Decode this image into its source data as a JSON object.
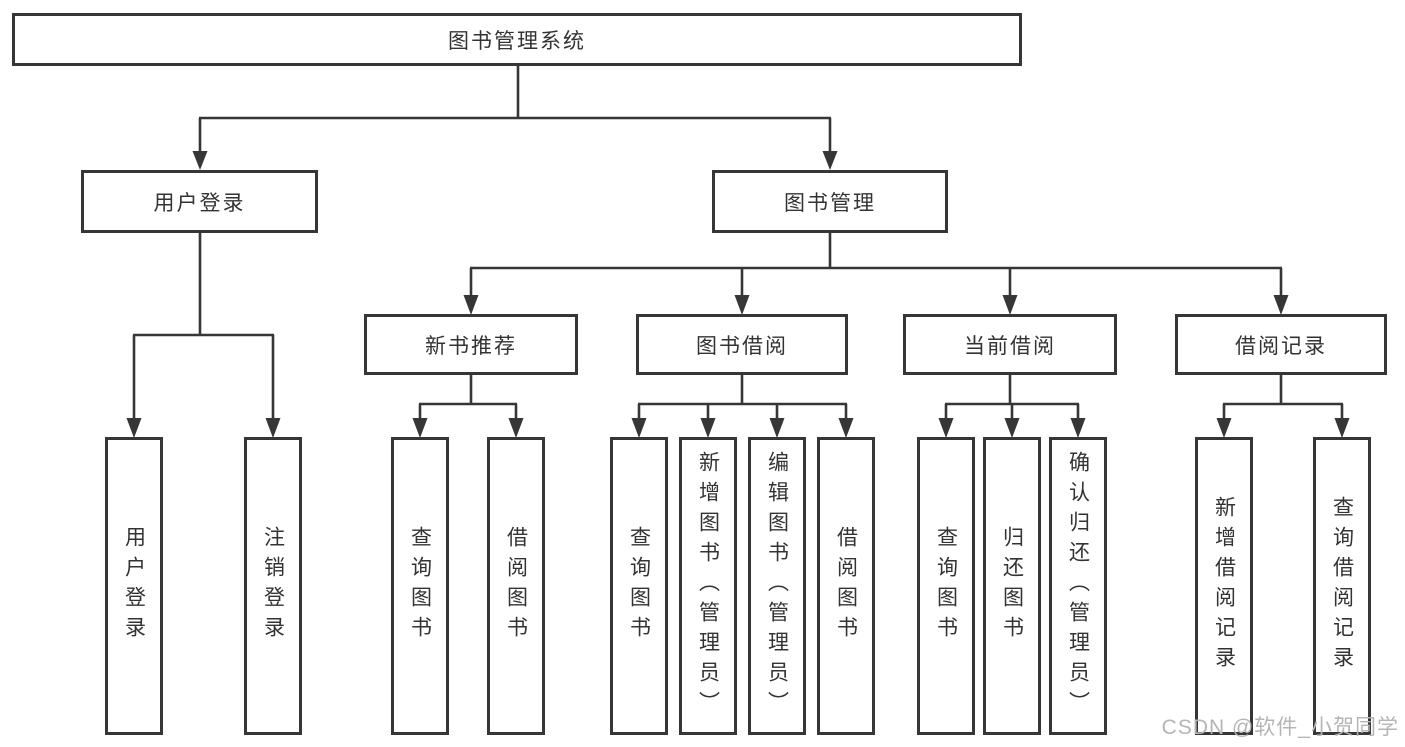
{
  "colors": {
    "line": "#363636",
    "text": "#333333",
    "watermark": "#b5b5b5",
    "background": "#ffffff"
  },
  "nodes": {
    "root": "图书管理系统",
    "level2": [
      "用户登录",
      "图书管理"
    ],
    "level3": [
      "新书推荐",
      "图书借阅",
      "当前借阅",
      "借阅记录"
    ],
    "leaves": {
      "user_login": [
        "用户登录",
        "注销登录"
      ],
      "new_book": [
        "查询图书",
        "借阅图书"
      ],
      "book_borrow": [
        "查询图书",
        "新增图书（管理员）",
        "编辑图书（管理员）",
        "借阅图书"
      ],
      "current_borrow": [
        "查询图书",
        "归还图书",
        "确认归还（管理员）"
      ],
      "borrow_records": [
        "新增借阅记录",
        "查询借阅记录"
      ]
    }
  },
  "watermark": "CSDN @软件_小贺同学"
}
